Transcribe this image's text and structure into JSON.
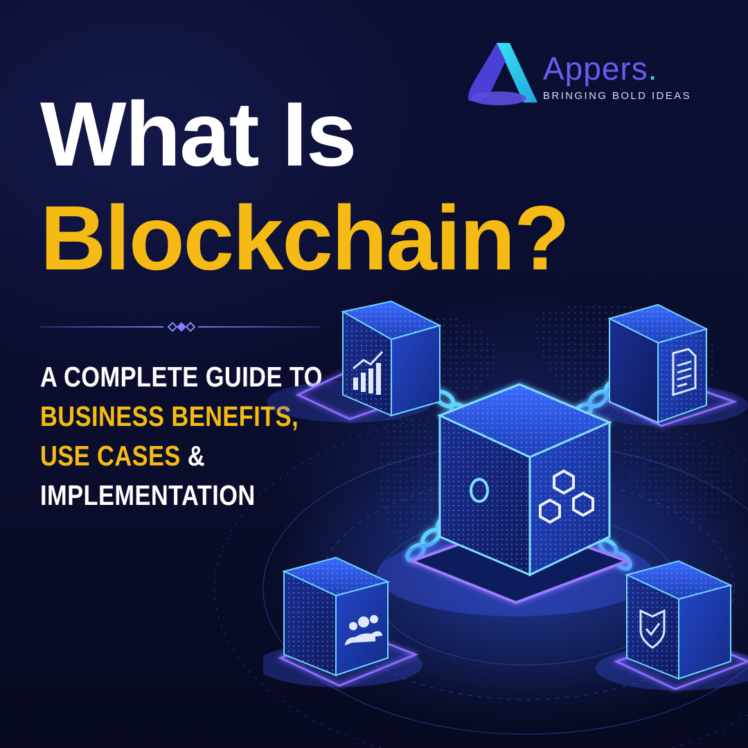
{
  "logo": {
    "name": "Appers",
    "name_dot": ".",
    "tagline": "BRINGING BOLD IDEAS",
    "colors": {
      "name": "#6a5cf0",
      "accent": "#34d3f0"
    }
  },
  "title": {
    "line1": "What Is",
    "line2": "Blockchain?"
  },
  "subtitle": {
    "line1": "A COMPLETE GUIDE TO",
    "line2": "BUSINESS BENEFITS,",
    "line3_highlight": "USE CASES",
    "line3_rest": " &",
    "line4": "IMPLEMENTATION"
  },
  "illustration": {
    "central_block_icon": "hexagon-network-icon",
    "block_icons": [
      "bar-chart-icon",
      "document-icon",
      "users-group-icon",
      "shield-check-icon"
    ]
  },
  "colors": {
    "background": "#0a0e2e",
    "title_white": "#ffffff",
    "highlight_yellow": "#f5bb14",
    "glow_cyan": "#4fc8ff",
    "glow_purple": "#8a6cff"
  }
}
